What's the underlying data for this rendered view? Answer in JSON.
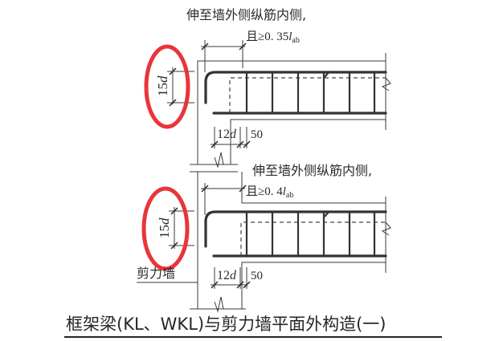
{
  "detail_top": {
    "note_line1": "伸至墙外侧纵筋内侧,",
    "note_line2_prefix": "且≥0. 35",
    "note_line2_var": "l",
    "note_line2_sub": "ab",
    "hook_dim": "15",
    "hook_dim_var": "d",
    "dim_12d": "12",
    "dim_12d_var": "d",
    "dim_50": "50"
  },
  "detail_bottom": {
    "note_line1": "伸至墙外侧纵筋内侧,",
    "note_line2_prefix": "且≥0. 4",
    "note_line2_var": "l",
    "note_line2_sub": "ab",
    "hook_dim": "15",
    "hook_dim_var": "d",
    "dim_12d": "12",
    "dim_12d_var": "d",
    "dim_50": "50",
    "wall_label": "剪力墙"
  },
  "title": "框架梁(KL、WKL)与剪力墙平面外构造(一)",
  "colors": {
    "highlight_ring": "#e8353b",
    "line": "#333333",
    "background": "#ffffff"
  }
}
